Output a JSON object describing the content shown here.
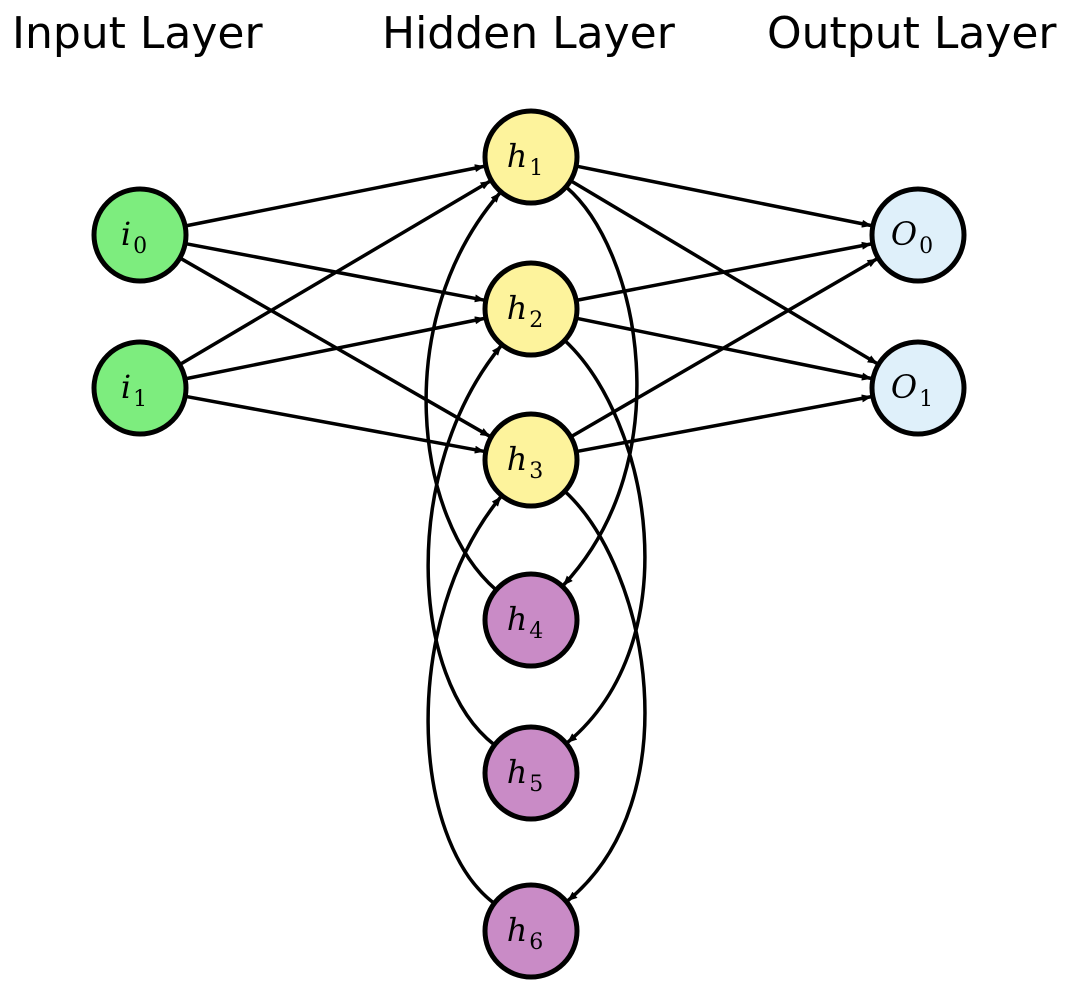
{
  "layers": [
    {
      "id": "input",
      "title": "Input Layer"
    },
    {
      "id": "hidden",
      "title": "Hidden Layer"
    },
    {
      "id": "output",
      "title": "Output Layer"
    }
  ],
  "colors": {
    "input": "#7ded7e",
    "hidden": "#fdf39c",
    "recurrent": "#c98bc6",
    "output": "#dff0fa",
    "stroke": "#000000"
  },
  "nodes": [
    {
      "id": "i0",
      "base": "i",
      "sub": "0",
      "group": "input"
    },
    {
      "id": "i1",
      "base": "i",
      "sub": "1",
      "group": "input"
    },
    {
      "id": "h1",
      "base": "h",
      "sub": "1",
      "group": "hidden"
    },
    {
      "id": "h2",
      "base": "h",
      "sub": "2",
      "group": "hidden"
    },
    {
      "id": "h3",
      "base": "h",
      "sub": "3",
      "group": "hidden"
    },
    {
      "id": "h4",
      "base": "h",
      "sub": "4",
      "group": "recurrent"
    },
    {
      "id": "h5",
      "base": "h",
      "sub": "5",
      "group": "recurrent"
    },
    {
      "id": "h6",
      "base": "h",
      "sub": "6",
      "group": "recurrent"
    },
    {
      "id": "o0",
      "base": "O",
      "sub": "0",
      "group": "output"
    },
    {
      "id": "o1",
      "base": "O",
      "sub": "1",
      "group": "output"
    }
  ],
  "edges": [
    {
      "from": "i0",
      "to": "h1"
    },
    {
      "from": "i0",
      "to": "h2"
    },
    {
      "from": "i0",
      "to": "h3"
    },
    {
      "from": "i1",
      "to": "h1"
    },
    {
      "from": "i1",
      "to": "h2"
    },
    {
      "from": "i1",
      "to": "h3"
    },
    {
      "from": "h1",
      "to": "o0"
    },
    {
      "from": "h1",
      "to": "o1"
    },
    {
      "from": "h2",
      "to": "o0"
    },
    {
      "from": "h2",
      "to": "o1"
    },
    {
      "from": "h3",
      "to": "o0"
    },
    {
      "from": "h3",
      "to": "o1"
    },
    {
      "from": "h1",
      "to": "h4"
    },
    {
      "from": "h2",
      "to": "h5"
    },
    {
      "from": "h3",
      "to": "h6"
    },
    {
      "from": "h4",
      "to": "h1"
    },
    {
      "from": "h5",
      "to": "h2"
    },
    {
      "from": "h6",
      "to": "h3"
    }
  ]
}
